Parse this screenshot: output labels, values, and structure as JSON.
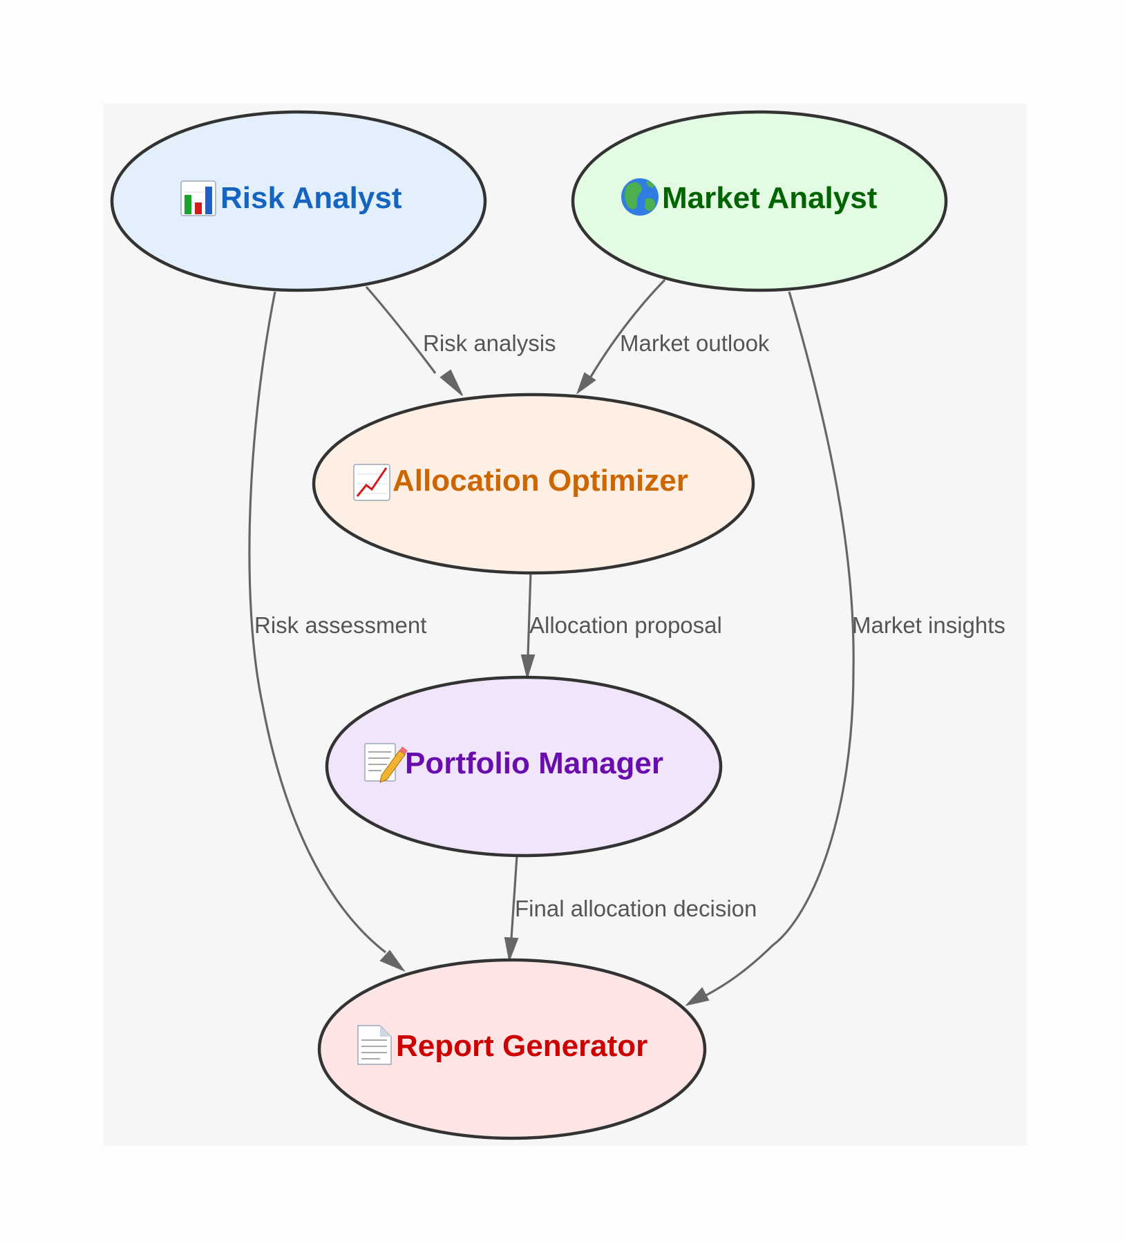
{
  "nodes": [
    {
      "id": "risk",
      "label": "Risk Analyst",
      "icon": "bar-chart-icon",
      "fill": "#e3f0fc",
      "text_color": "#1565c0"
    },
    {
      "id": "market",
      "label": "Market Analyst",
      "icon": "globe-icon",
      "fill": "#e3fbe3",
      "text_color": "#006400"
    },
    {
      "id": "alloc",
      "label": "Allocation Optimizer",
      "icon": "chart-increasing-icon",
      "fill": "#fdefe3",
      "text_color": "#cc6600"
    },
    {
      "id": "pm",
      "label": "Portfolio Manager",
      "icon": "memo-icon",
      "fill": "#f1e5fb",
      "text_color": "#6a0dad"
    },
    {
      "id": "report",
      "label": "Report Generator",
      "icon": "page-icon",
      "fill": "#fde5e5",
      "text_color": "#cc0000"
    }
  ],
  "edges": [
    {
      "from": "risk",
      "to": "alloc",
      "label": "Risk analysis"
    },
    {
      "from": "market",
      "to": "alloc",
      "label": "Market outlook"
    },
    {
      "from": "alloc",
      "to": "pm",
      "label": "Allocation proposal"
    },
    {
      "from": "pm",
      "to": "report",
      "label": "Final allocation decision"
    },
    {
      "from": "risk",
      "to": "report",
      "label": "Risk assessment"
    },
    {
      "from": "market",
      "to": "report",
      "label": "Market insights"
    }
  ],
  "colors": {
    "background": "#f6f6f6",
    "edge": "#666666",
    "node_border": "#333333"
  }
}
